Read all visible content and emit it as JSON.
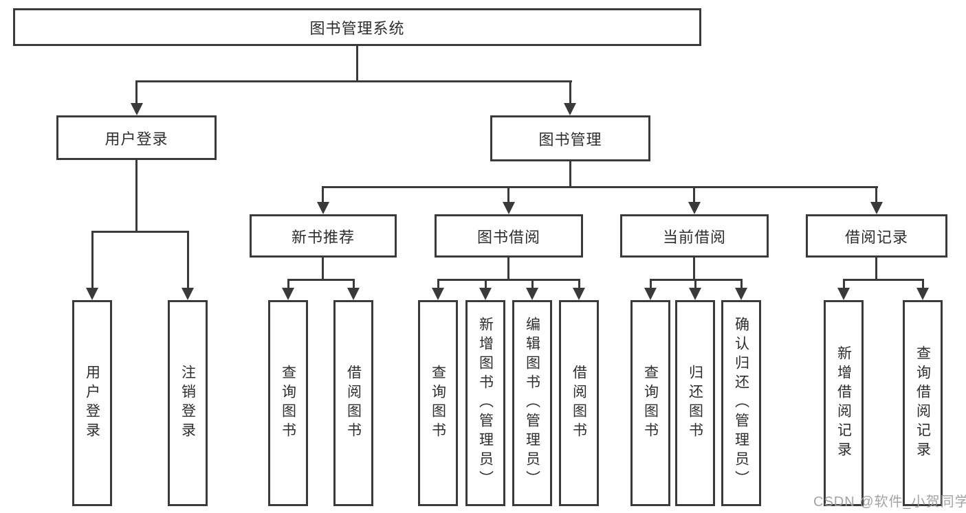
{
  "colors": {
    "line": "#3a3a3a",
    "box_border": "#3a3a3a",
    "text": "#2e2e2e",
    "watermark": "#9e9e9e"
  },
  "tree": {
    "label": "图书管理系统",
    "children": [
      {
        "label": "用户登录",
        "children": [
          {
            "label": "用户登录"
          },
          {
            "label": "注销登录"
          }
        ]
      },
      {
        "label": "图书管理",
        "children": [
          {
            "label": "新书推荐",
            "children": [
              {
                "label": "查询图书"
              },
              {
                "label": "借阅图书"
              }
            ]
          },
          {
            "label": "图书借阅",
            "children": [
              {
                "label": "查询图书"
              },
              {
                "label": "新增图书（管理员）"
              },
              {
                "label": "编辑图书（管理员）"
              },
              {
                "label": "借阅图书"
              }
            ]
          },
          {
            "label": "当前借阅",
            "children": [
              {
                "label": "查询图书"
              },
              {
                "label": "归还图书"
              },
              {
                "label": "确认归还（管理员）"
              }
            ]
          },
          {
            "label": "借阅记录",
            "children": [
              {
                "label": "新增借阅记录"
              },
              {
                "label": "查询借阅记录"
              }
            ]
          }
        ]
      }
    ]
  },
  "watermark": {
    "text": "CSDN @软件_小贺同学"
  }
}
